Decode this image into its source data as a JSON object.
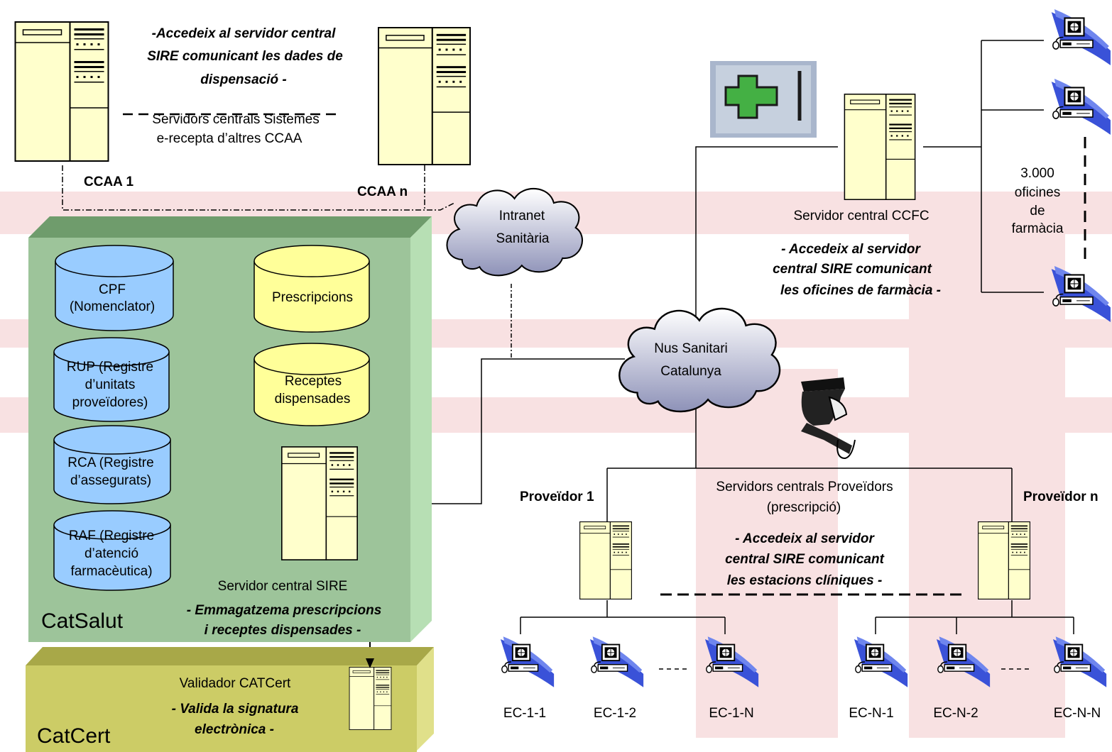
{
  "top_note": {
    "line1": "-Accedeix al servidor central",
    "line2": "SIRE comunicant les dades de",
    "line3": "dispensació -",
    "servers_line1": "Servidors centrals Sistemes",
    "servers_line2": "e-recepta d’altres CCAA"
  },
  "ccaa": {
    "first": "CCAA 1",
    "last": "CCAA n"
  },
  "intranet": {
    "line1": "Intranet",
    "line2": "Sanitària"
  },
  "nus": {
    "line1": "Nus Sanitari",
    "line2": "Catalunya"
  },
  "catsalut": {
    "name": "CatSalut",
    "databases": [
      {
        "lines": [
          "CPF",
          "(Nomenclator)"
        ]
      },
      {
        "lines": [
          "RUP (Registre",
          "d’unitats",
          "proveïdores)"
        ]
      },
      {
        "lines": [
          "RCA (Registre",
          "d’assegurats)"
        ]
      },
      {
        "lines": [
          "RAF (Registre",
          "d’atenció",
          "farmacèutica)"
        ]
      }
    ],
    "stores": [
      {
        "lines": [
          "Prescripcions"
        ]
      },
      {
        "lines": [
          "Receptes",
          "dispensades"
        ]
      }
    ],
    "server_label": "Servidor central SIRE",
    "note_line1": "- Emmagatzema prescripcions",
    "note_line2": "i receptes dispensades -"
  },
  "catcert": {
    "name": "CatCert",
    "validator_label": "Validador CATCert",
    "note_line1": "- Valida la signatura",
    "note_line2": "electrònica -"
  },
  "ccfc": {
    "server_label": "Servidor central CCFC",
    "note_line1": "- Accedeix al servidor",
    "note_line2": "central SIRE comunicant",
    "note_line3": "les oficines de farmàcia -"
  },
  "pharmacies": {
    "line1": "3.000",
    "line2": "oficines",
    "line3": "de",
    "line4": "farmàcia"
  },
  "providers": {
    "first": "Proveïdor 1",
    "last": "Proveïdor n",
    "label_line1": "Servidors centrals Proveïdors",
    "label_line2": "(prescripció)",
    "note_line1": "- Accedeix al servidor",
    "note_line2": "central SIRE comunicant",
    "note_line3": "les estacions clíniques -"
  },
  "stations": [
    "EC-1-1",
    "EC-1-2",
    "EC-1-N",
    "EC-N-1",
    "EC-N-2",
    "EC-N-N"
  ],
  "colors": {
    "catsalut_front": "#9dc49a",
    "catsalut_side": "#b7dfb4",
    "catcert_front": "#cccc66",
    "catcert_side": "#e0e08a",
    "database": "#99ccff",
    "store": "#ffff99",
    "server": "#ffffcc",
    "cloud_top": "#ffffff",
    "cloud_bottom": "#8e92b8",
    "watermark": "#f3c9cb"
  },
  "icons": {
    "server": "server-tower-icon",
    "workstation": "computer-workstation-icon",
    "pharmacy_cross": "pharmacy-cross-icon",
    "doctor": "doctor-icon",
    "cloud": "network-cloud-icon",
    "database": "database-cylinder-icon"
  }
}
